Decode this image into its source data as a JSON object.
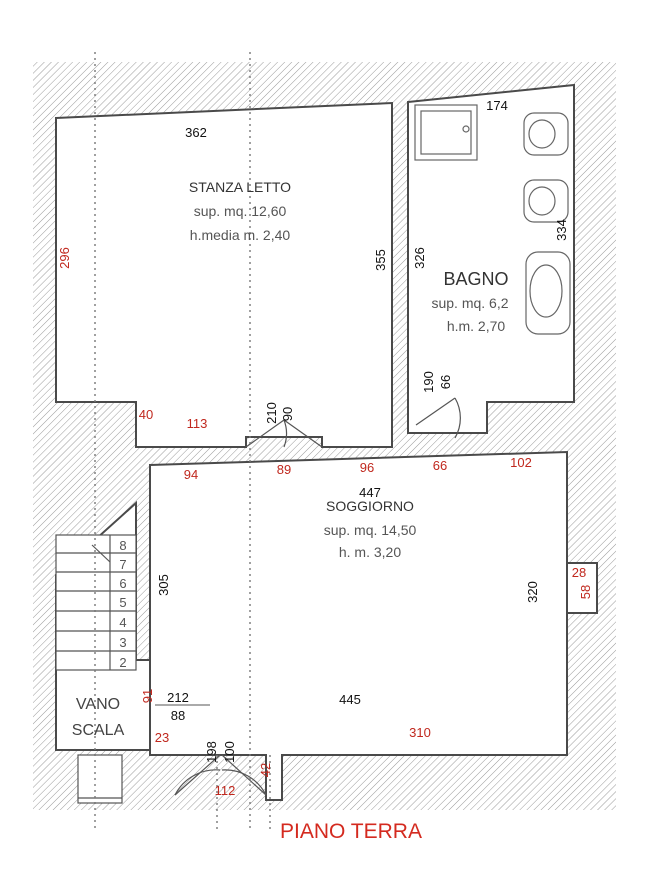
{
  "rooms": {
    "stanza": {
      "name": "STANZA LETTO",
      "area": "sup. mq. 12,60",
      "height": "h.media m. 2,40"
    },
    "bagno": {
      "name": "BAGNO",
      "area": "sup. mq. 6,2",
      "height": "h.m. 2,70"
    },
    "soggiorno": {
      "name": "SOGGIORNO",
      "area": "sup. mq. 14,50",
      "height": "h. m. 3,20"
    },
    "vano": {
      "line1": "VANO",
      "line2": "SCALA"
    }
  },
  "dimensions": {
    "d362": "362",
    "d296": "296",
    "d355": "355",
    "d40": "40",
    "d113": "113",
    "d210": "210",
    "d90": "90",
    "d174": "174",
    "d334": "334",
    "d326": "326",
    "d190": "190",
    "d66v": "66",
    "d94": "94",
    "d89": "89",
    "d96": "96",
    "d66": "66",
    "d102": "102",
    "d447": "447",
    "d305": "305",
    "d320": "320",
    "d28": "28",
    "d58": "58",
    "d91": "91",
    "d212": "212",
    "d88": "88",
    "d445": "445",
    "d23": "23",
    "d310": "310",
    "d198": "198",
    "d100": "100",
    "d42": "42",
    "d112": "112"
  },
  "stairs": [
    "8",
    "7",
    "6",
    "5",
    "4",
    "3",
    "2"
  ],
  "title": "PIANO TERRA",
  "colors": {
    "dim_red": "#c0281e",
    "title_red": "#d42a1f",
    "wall": "#4a4a4a",
    "hatch": "#9a9a9a"
  }
}
